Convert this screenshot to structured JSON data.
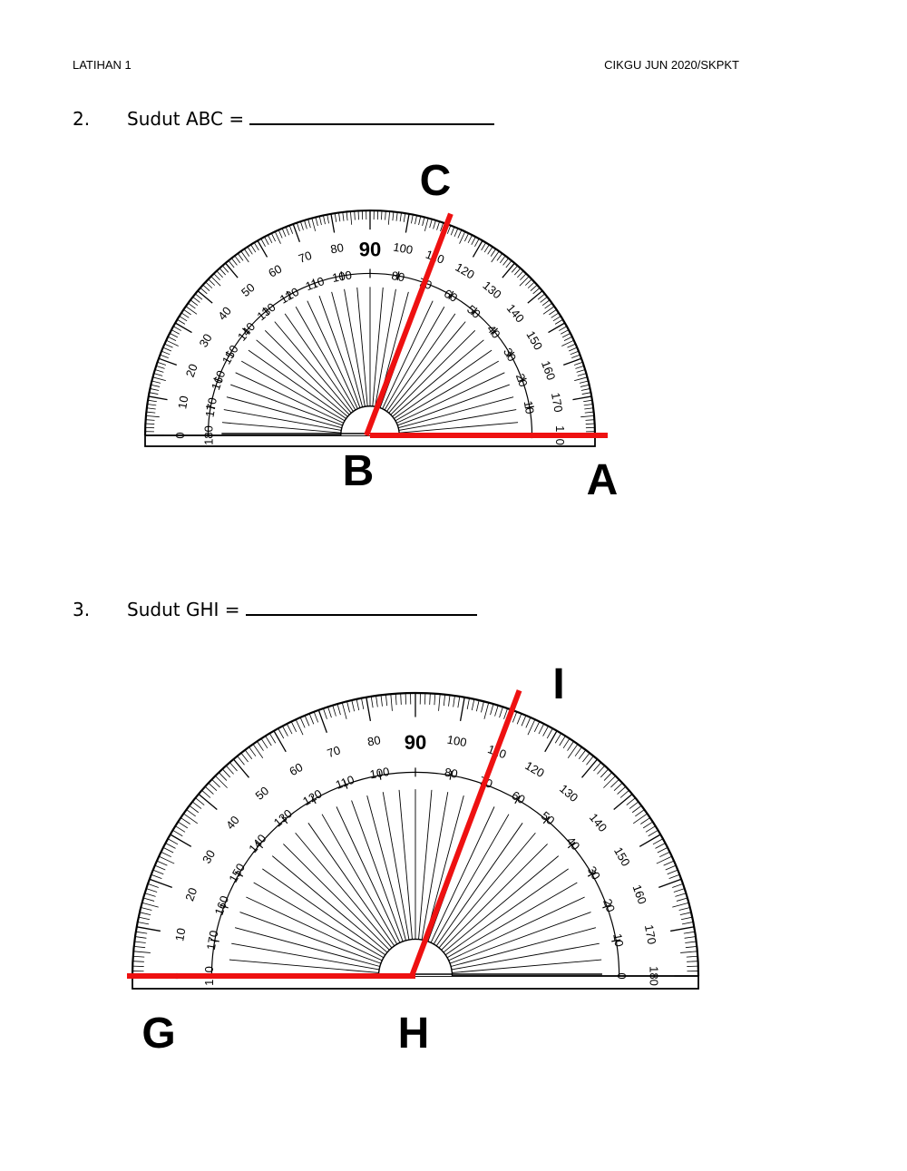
{
  "header": {
    "left": "LATIHAN 1",
    "right": "CIKGU JUN 2020/SKPKT"
  },
  "questions": [
    {
      "number": "2.",
      "text": "Sudut ABC  =",
      "points": {
        "start": "A",
        "vertex": "B",
        "end": "C"
      },
      "ray_angle_deg": 70,
      "center_label": "90"
    },
    {
      "number": "3.",
      "text": "Sudut GHI  =",
      "points": {
        "start": "G",
        "vertex": "H",
        "end": "I"
      },
      "ray_angle_deg": 70,
      "center_label": "90"
    }
  ],
  "colors": {
    "ray": "#ee1111",
    "ink": "#000000"
  }
}
